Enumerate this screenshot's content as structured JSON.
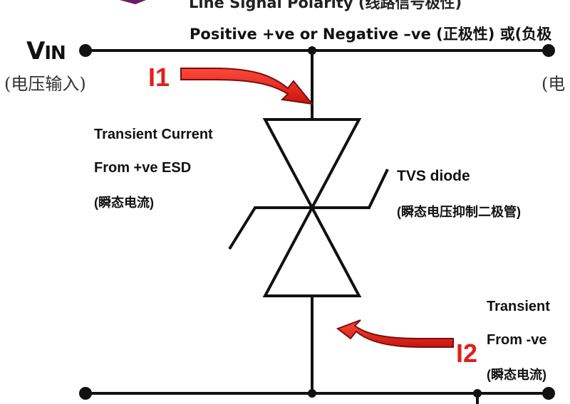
{
  "labels": {
    "polarity_title": "Line Signal Polarity (线路信号极性)",
    "polarity_options": "Positive +ve or Negative –ve (正极性) 或(负极",
    "vin_main": "V",
    "vin_sub": "IN",
    "vin_cn": "(电压输入)",
    "vout_cn": "(电",
    "i1": "I1",
    "i2": "I2",
    "transient_left_line1": "Transient Current",
    "transient_left_line2": "From +ve ESD",
    "transient_left_line3": "(瞬态电流)",
    "tvs_line1": "TVS diode",
    "tvs_line2": "(瞬态电压抑制二极管)",
    "transient_right_line1": "Transient",
    "transient_right_line2": "From -ve",
    "transient_right_line3": "(瞬态电流)"
  },
  "colors": {
    "wire": "#111111",
    "arrow": "#e0201c",
    "arrow_outline": "#7a0f0c",
    "accent_purple": "#6a1b6a"
  }
}
